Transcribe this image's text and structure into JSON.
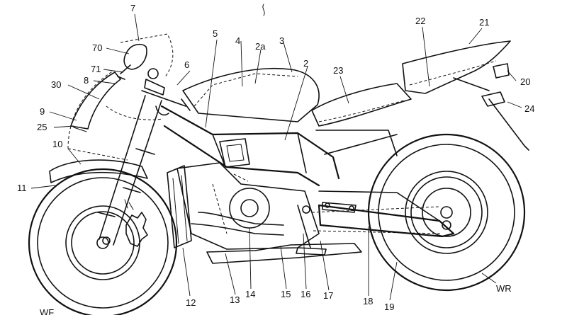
{
  "figure": {
    "labels": {
      "l7": "7",
      "l70": "70",
      "l71": "71",
      "l8": "8",
      "l30": "30",
      "l9": "9",
      "l25": "25",
      "l10": "10",
      "l11": "11",
      "l6": "6",
      "l5": "5",
      "l4": "4",
      "l2a": "2a",
      "l3": "3",
      "l2": "2",
      "l22": "22",
      "l21": "21",
      "l23": "23",
      "l20": "20",
      "l24": "24",
      "l12": "12",
      "l13": "13",
      "l14": "14",
      "l15": "15",
      "l16": "16",
      "l17": "17",
      "l18": "18",
      "l19": "19",
      "lWR": "WR",
      "lWF": "WF"
    }
  }
}
